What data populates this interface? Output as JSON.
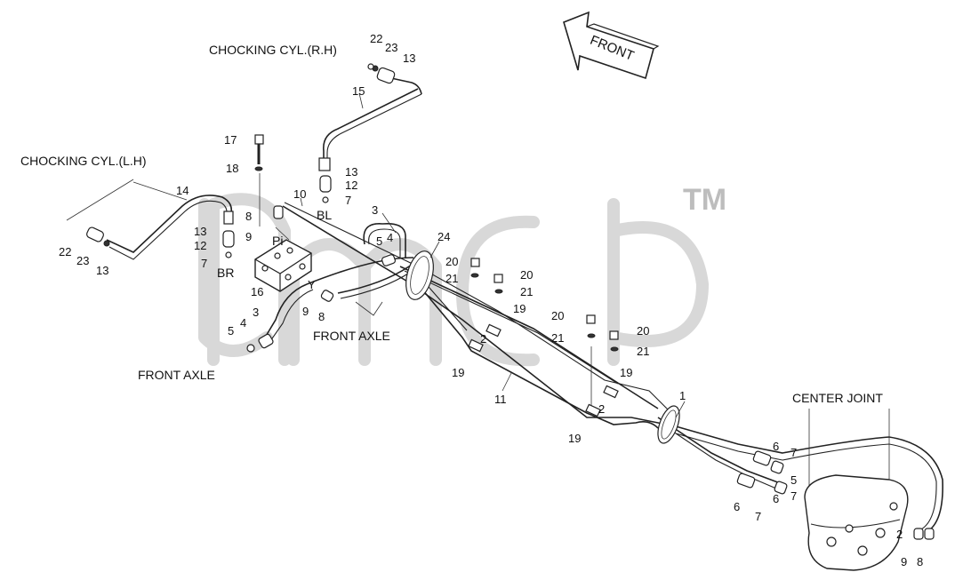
{
  "captions": {
    "chocking_rh": "CHOCKING CYL.(R.H)",
    "chocking_lh": "CHOCKING CYL.(L.H)",
    "front_axle_left": "FRONT AXLE",
    "front_axle_mid": "FRONT AXLE",
    "center_joint": "CENTER JOINT",
    "front_arrow": "FRONT",
    "trademark": "TM"
  },
  "port_labels": {
    "pi": "Pi",
    "bl": "BL",
    "br": "BR",
    "y": "Y"
  },
  "part_numbers": {
    "p22_rh": "22",
    "p23_rh": "23",
    "p13_rh": "13",
    "p15": "15",
    "p17": "17",
    "p18": "18",
    "p13_bl": "13",
    "p12_bl": "12",
    "p7_bl": "7",
    "p10": "10",
    "p14": "14",
    "p8_a": "8",
    "p9_a": "9",
    "p13_br": "13",
    "p12_br": "12",
    "p7_br": "7",
    "p22_lh": "22",
    "p23_lh": "23",
    "p13_lh": "13",
    "p3_top": "3",
    "p5_top": "4",
    "p4_top": "5",
    "p24": "24",
    "p20_a": "20",
    "p21_a": "21",
    "p20_b": "20",
    "p21_b": "21",
    "p16": "16",
    "p9_b": "9",
    "p8_b": "8",
    "p3_left": "3",
    "p4_left": "4",
    "p5_left": "5",
    "p19_a": "19",
    "p2_a": "2",
    "p20_c": "20",
    "p21_c": "21",
    "p20_d": "20",
    "p21_d": "21",
    "p19_b": "19",
    "p11": "11",
    "p19_c": "19",
    "p2_b": "2",
    "p1": "1",
    "p19_d": "19",
    "p6_a": "6",
    "p7_a": "7",
    "p5_b": "5",
    "p6_b": "6",
    "p7_b": "7",
    "p6_c": "6",
    "p7_c": "7",
    "p2_c": "2",
    "p9_c": "9",
    "p8_c": "8"
  },
  "colors": {
    "line": "#222222",
    "watermark": "#d8d8d8",
    "background": "#ffffff"
  }
}
